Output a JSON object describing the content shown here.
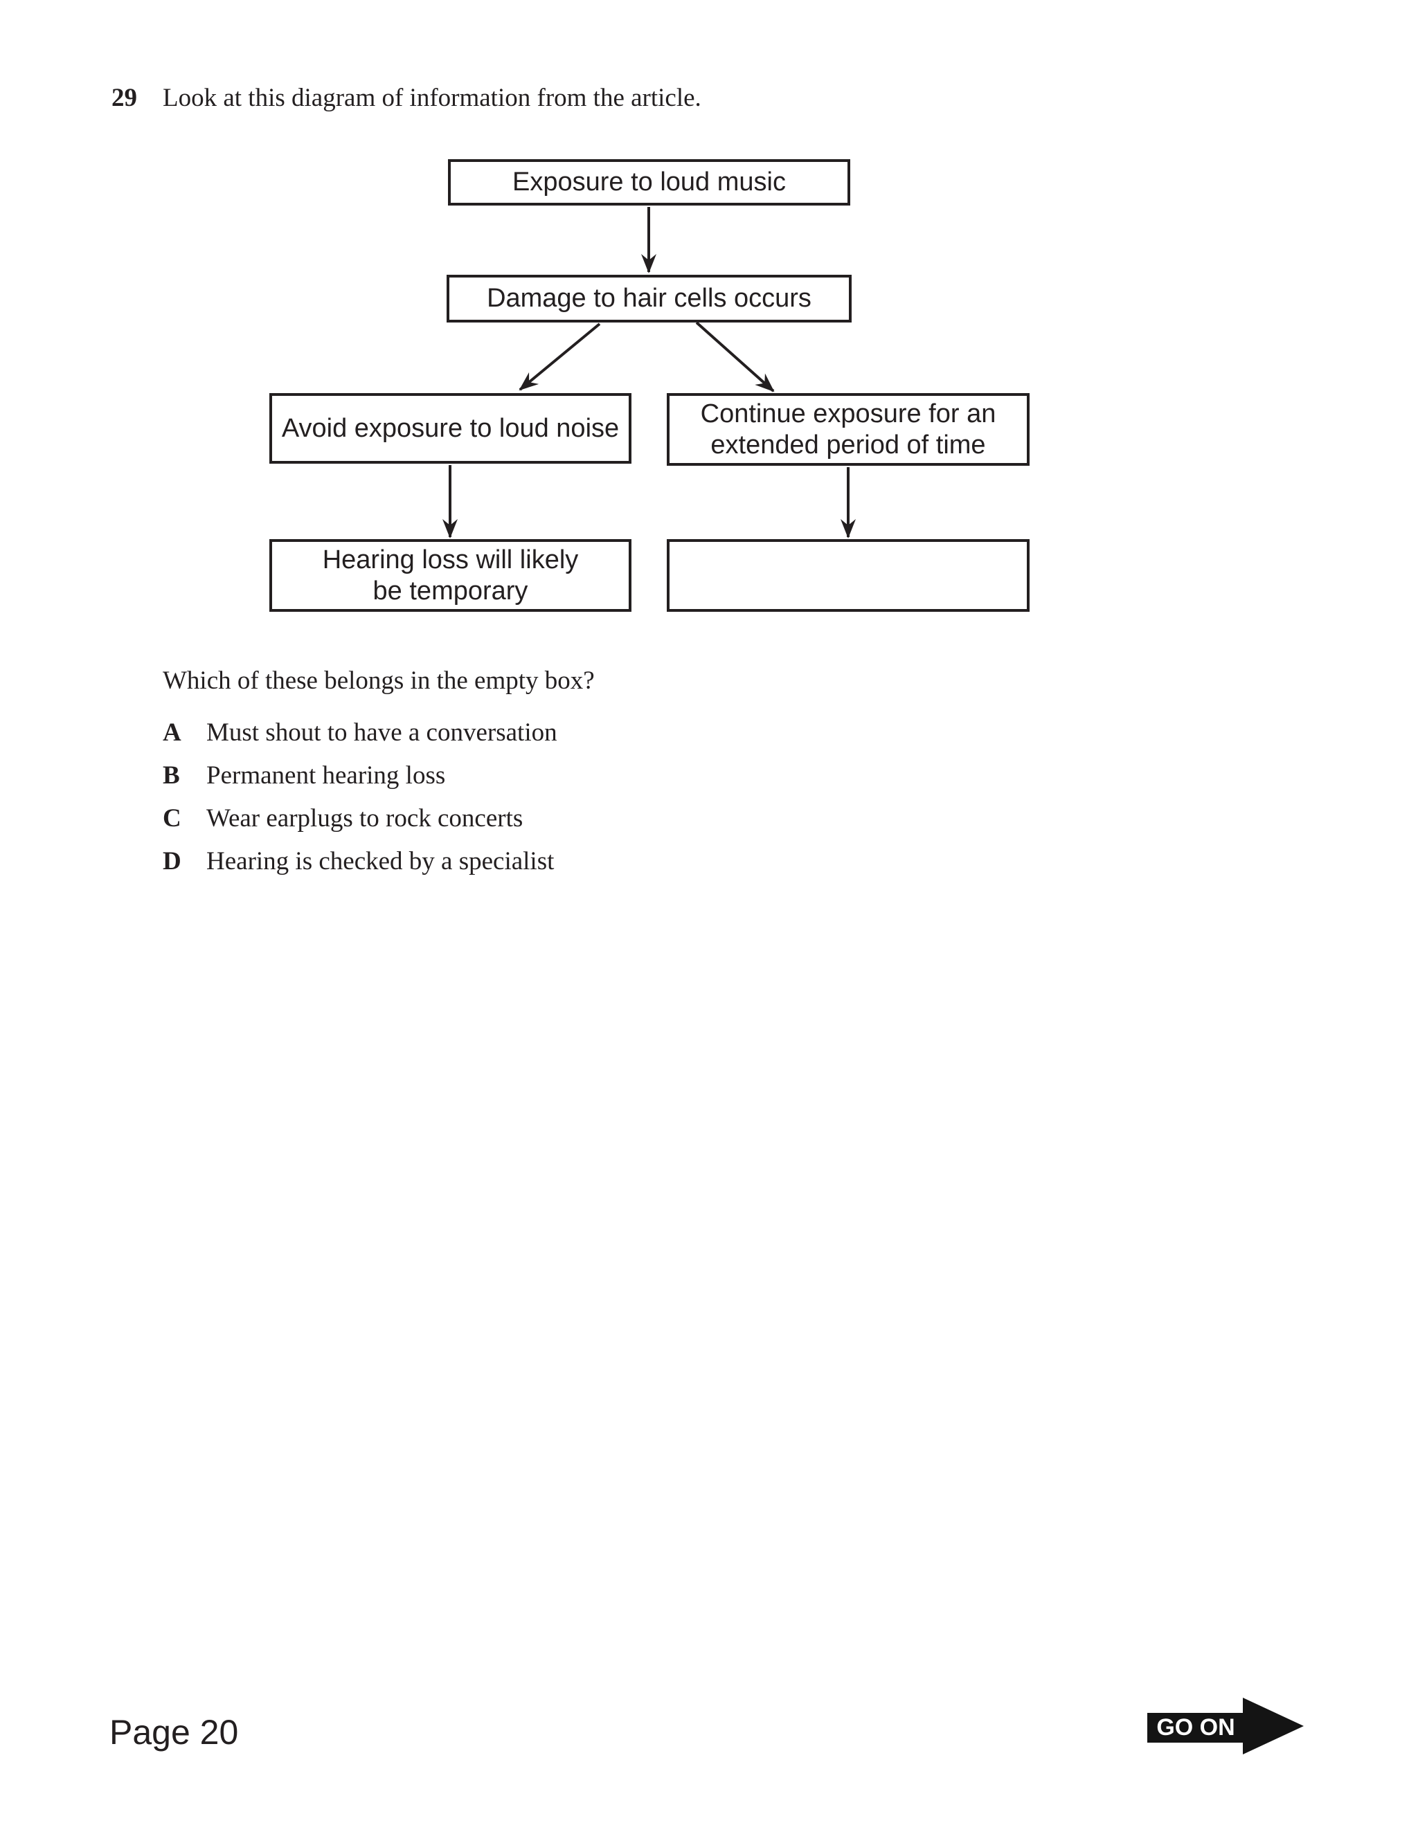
{
  "question": {
    "number": "29",
    "stem": "Look at this diagram of information from the article.",
    "prompt": "Which of these belongs in the empty box?",
    "options": [
      {
        "letter": "A",
        "text": "Must shout to have a conversation"
      },
      {
        "letter": "B",
        "text": "Permanent hearing loss"
      },
      {
        "letter": "C",
        "text": "Wear earplugs to rock concerts"
      },
      {
        "letter": "D",
        "text": "Hearing is checked by a specialist"
      }
    ]
  },
  "diagram": {
    "type": "flowchart",
    "boxes": [
      {
        "id": "exposure",
        "text": "Exposure to loud music"
      },
      {
        "id": "damage",
        "text": "Damage to hair cells occurs"
      },
      {
        "id": "avoid",
        "text": "Avoid exposure to loud noise"
      },
      {
        "id": "continue",
        "text": "Continue exposure for an\nextended period of time"
      },
      {
        "id": "temporary",
        "text": "Hearing loss will likely\nbe temporary"
      },
      {
        "id": "empty",
        "text": ""
      }
    ],
    "connections": [
      {
        "from": "exposure",
        "to": "damage"
      },
      {
        "from": "damage",
        "to": "avoid"
      },
      {
        "from": "damage",
        "to": "continue"
      },
      {
        "from": "avoid",
        "to": "temporary"
      },
      {
        "from": "continue",
        "to": "empty"
      }
    ]
  },
  "footer": {
    "page_label": "Page 20",
    "go_on_label": "GO ON"
  },
  "colors": {
    "ink": "#231f20",
    "background": "#ffffff",
    "badge": "#141414"
  }
}
